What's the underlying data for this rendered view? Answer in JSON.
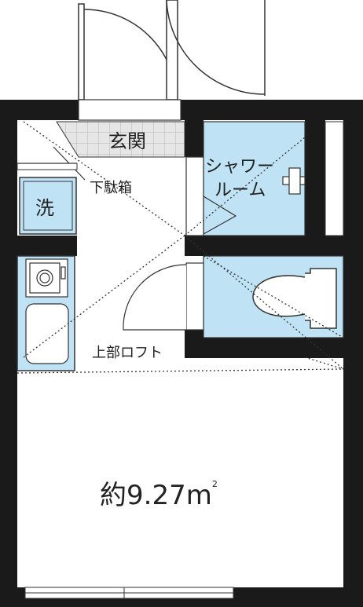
{
  "labels": {
    "entrance": "玄関",
    "shoe_box": "下駄箱",
    "washer": "洗",
    "shower_line1": "シャワー",
    "shower_line2": "ルーム",
    "loft": "上部ロフト",
    "area_prefix": "約9.27m",
    "area_sup": "2"
  },
  "colors": {
    "wall": "#1a1a1a",
    "wet_area": "#bfe3f5",
    "entrance_tile": "#e6e6e6",
    "line": "#333333"
  }
}
